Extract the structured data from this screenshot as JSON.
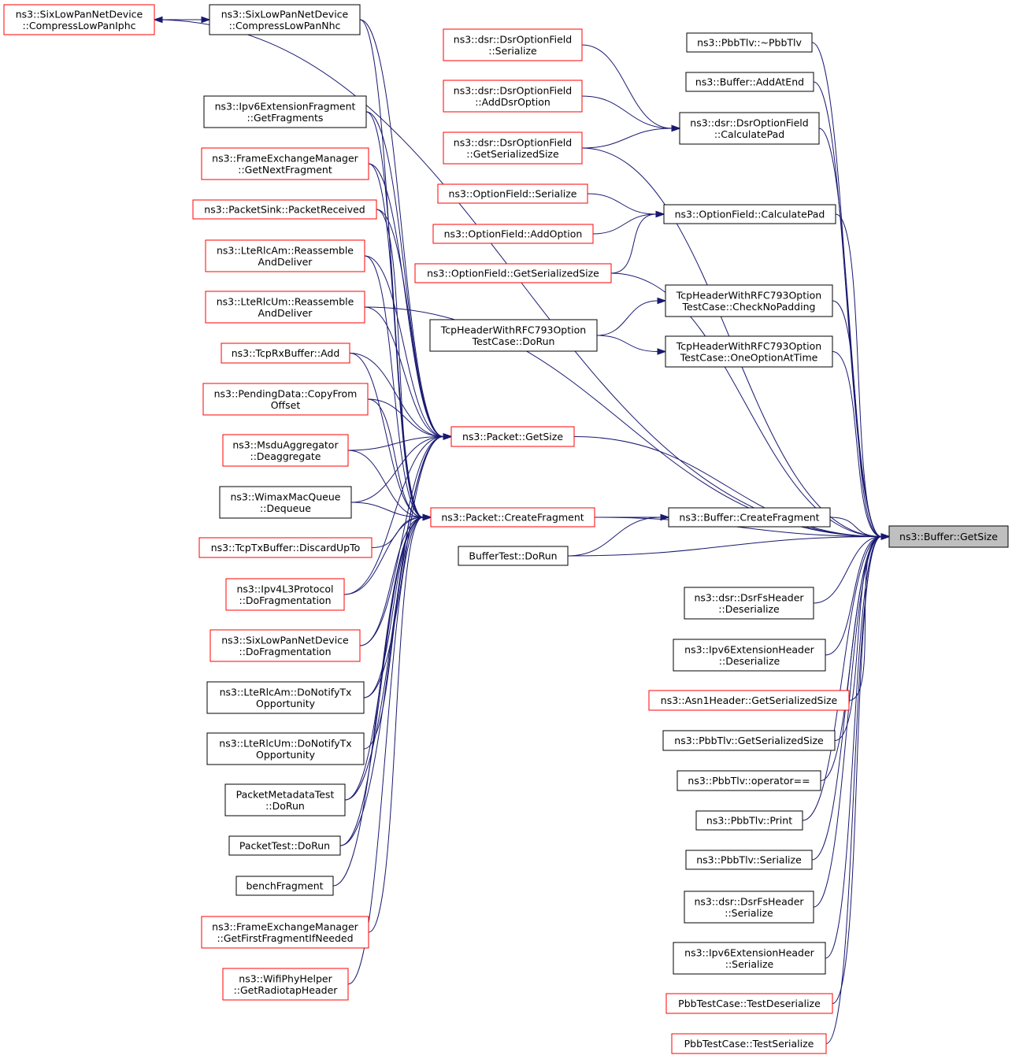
{
  "colors": {
    "edge": "#191970",
    "normal_border": "#000000",
    "truncated_border": "#ff0000",
    "focus_fill": "#bfbfbf"
  },
  "nodes": [
    {
      "id": "target",
      "lines": [
        "ns3::Buffer::GetSize"
      ],
      "style": "focus"
    },
    {
      "id": "pbbtlv_dtor",
      "lines": [
        "ns3::PbbTlv::~PbbTlv"
      ],
      "style": "normal"
    },
    {
      "id": "buffer_addatend",
      "lines": [
        "ns3::Buffer::AddAtEnd"
      ],
      "style": "normal"
    },
    {
      "id": "dsr_calcpad",
      "lines": [
        "ns3::dsr::DsrOptionField",
        "::CalculatePad"
      ],
      "style": "normal"
    },
    {
      "id": "of_calcpad",
      "lines": [
        "ns3::OptionField::CalculatePad"
      ],
      "style": "normal"
    },
    {
      "id": "tcp_checknopad",
      "lines": [
        "TcpHeaderWithRFC793Option",
        "TestCase::CheckNoPadding"
      ],
      "style": "normal"
    },
    {
      "id": "tcp_oneopt",
      "lines": [
        "TcpHeaderWithRFC793Option",
        "TestCase::OneOptionAtTime"
      ],
      "style": "normal"
    },
    {
      "id": "buffer_createfrag",
      "lines": [
        "ns3::Buffer::CreateFragment"
      ],
      "style": "normal"
    },
    {
      "id": "dsrfs_deser",
      "lines": [
        "ns3::dsr::DsrFsHeader",
        "::Deserialize"
      ],
      "style": "normal"
    },
    {
      "id": "ipv6ext_deser",
      "lines": [
        "ns3::Ipv6ExtensionHeader",
        "::Deserialize"
      ],
      "style": "normal"
    },
    {
      "id": "asn1_getsersize",
      "lines": [
        "ns3::Asn1Header::GetSerializedSize"
      ],
      "style": "truncated"
    },
    {
      "id": "pbbtlv_getsersize",
      "lines": [
        "ns3::PbbTlv::GetSerializedSize"
      ],
      "style": "normal"
    },
    {
      "id": "pbbtlv_opeq",
      "lines": [
        "ns3::PbbTlv::operator=="
      ],
      "style": "normal"
    },
    {
      "id": "pbbtlv_print",
      "lines": [
        "ns3::PbbTlv::Print"
      ],
      "style": "normal"
    },
    {
      "id": "pbbtlv_ser",
      "lines": [
        "ns3::PbbTlv::Serialize"
      ],
      "style": "normal"
    },
    {
      "id": "dsrfs_ser",
      "lines": [
        "ns3::dsr::DsrFsHeader",
        "::Serialize"
      ],
      "style": "normal"
    },
    {
      "id": "ipv6ext_ser",
      "lines": [
        "ns3::Ipv6ExtensionHeader",
        "::Serialize"
      ],
      "style": "normal"
    },
    {
      "id": "pbbtest_deser",
      "lines": [
        "PbbTestCase::TestDeserialize"
      ],
      "style": "truncated"
    },
    {
      "id": "pbbtest_ser",
      "lines": [
        "PbbTestCase::TestSerialize"
      ],
      "style": "truncated"
    },
    {
      "id": "dsr_serialize",
      "lines": [
        "ns3::dsr::DsrOptionField",
        "::Serialize"
      ],
      "style": "truncated"
    },
    {
      "id": "dsr_adddsr",
      "lines": [
        "ns3::dsr::DsrOptionField",
        "::AddDsrOption"
      ],
      "style": "truncated"
    },
    {
      "id": "dsr_getsersize",
      "lines": [
        "ns3::dsr::DsrOptionField",
        "::GetSerializedSize"
      ],
      "style": "truncated"
    },
    {
      "id": "of_serialize",
      "lines": [
        "ns3::OptionField::Serialize"
      ],
      "style": "truncated"
    },
    {
      "id": "of_addoption",
      "lines": [
        "ns3::OptionField::AddOption"
      ],
      "style": "truncated"
    },
    {
      "id": "of_getsersize",
      "lines": [
        "ns3::OptionField::GetSerializedSize"
      ],
      "style": "truncated"
    },
    {
      "id": "tcp_dorun",
      "lines": [
        "TcpHeaderWithRFC793Option",
        "TestCase::DoRun"
      ],
      "style": "normal"
    },
    {
      "id": "packet_getsize",
      "lines": [
        "ns3::Packet::GetSize"
      ],
      "style": "truncated"
    },
    {
      "id": "packet_createfrag",
      "lines": [
        "ns3::Packet::CreateFragment"
      ],
      "style": "truncated"
    },
    {
      "id": "buffertest_dorun",
      "lines": [
        "BufferTest::DoRun"
      ],
      "style": "normal"
    },
    {
      "id": "sixlow_nhc",
      "lines": [
        "ns3::SixLowPanNetDevice",
        "::CompressLowPanNhc"
      ],
      "style": "normal"
    },
    {
      "id": "sixlow_iphc",
      "lines": [
        "ns3::SixLowPanNetDevice",
        "::CompressLowPanIphc"
      ],
      "style": "truncated"
    },
    {
      "id": "ipv6frag_getfrags",
      "lines": [
        "ns3::Ipv6ExtensionFragment",
        "::GetFragments"
      ],
      "style": "normal"
    },
    {
      "id": "fem_getnextfrag",
      "lines": [
        "ns3::FrameExchangeManager",
        "::GetNextFragment"
      ],
      "style": "truncated"
    },
    {
      "id": "packetsink_recv",
      "lines": [
        "ns3::PacketSink::PacketReceived"
      ],
      "style": "truncated"
    },
    {
      "id": "lterlcam_reasm",
      "lines": [
        "ns3::LteRlcAm::Reassemble",
        "AndDeliver"
      ],
      "style": "truncated"
    },
    {
      "id": "lterlcum_reasm",
      "lines": [
        "ns3::LteRlcUm::Reassemble",
        "AndDeliver"
      ],
      "style": "truncated"
    },
    {
      "id": "tcprx_add",
      "lines": [
        "ns3::TcpRxBuffer::Add"
      ],
      "style": "truncated"
    },
    {
      "id": "pending_copy",
      "lines": [
        "ns3::PendingData::CopyFrom",
        "Offset"
      ],
      "style": "truncated"
    },
    {
      "id": "msdu_deagg",
      "lines": [
        "ns3::MsduAggregator",
        "::Deaggregate"
      ],
      "style": "truncated"
    },
    {
      "id": "wimax_dequeue",
      "lines": [
        "ns3::WimaxMacQueue",
        "::Dequeue"
      ],
      "style": "normal"
    },
    {
      "id": "tcptx_discard",
      "lines": [
        "ns3::TcpTxBuffer::DiscardUpTo"
      ],
      "style": "truncated"
    },
    {
      "id": "ipv4l3_dofrag",
      "lines": [
        "ns3::Ipv4L3Protocol",
        "::DoFragmentation"
      ],
      "style": "truncated"
    },
    {
      "id": "sixlow_dofrag",
      "lines": [
        "ns3::SixLowPanNetDevice",
        "::DoFragmentation"
      ],
      "style": "truncated"
    },
    {
      "id": "lterlcam_notify",
      "lines": [
        "ns3::LteRlcAm::DoNotifyTx",
        "Opportunity"
      ],
      "style": "normal"
    },
    {
      "id": "lterlcum_notify",
      "lines": [
        "ns3::LteRlcUm::DoNotifyTx",
        "Opportunity"
      ],
      "style": "normal"
    },
    {
      "id": "pmdtest_dorun",
      "lines": [
        "PacketMetadataTest",
        "::DoRun"
      ],
      "style": "normal"
    },
    {
      "id": "packettest_dorun",
      "lines": [
        "PacketTest::DoRun"
      ],
      "style": "normal"
    },
    {
      "id": "benchfrag",
      "lines": [
        "benchFragment"
      ],
      "style": "normal"
    },
    {
      "id": "fem_getfirstfrag",
      "lines": [
        "ns3::FrameExchangeManager",
        "::GetFirstFragmentIfNeeded"
      ],
      "style": "truncated"
    },
    {
      "id": "wifiphy_radiotap",
      "lines": [
        "ns3::WifiPhyHelper",
        "::GetRadiotapHeader"
      ],
      "style": "truncated"
    }
  ],
  "edges": [
    [
      "pbbtlv_dtor",
      "target"
    ],
    [
      "buffer_addatend",
      "target"
    ],
    [
      "dsr_calcpad",
      "target"
    ],
    [
      "dsr_getsersize",
      "target"
    ],
    [
      "of_calcpad",
      "target"
    ],
    [
      "of_getsersize",
      "target"
    ],
    [
      "tcp_checknopad",
      "target"
    ],
    [
      "tcp_oneopt",
      "target"
    ],
    [
      "lterlcum_reasm",
      "target"
    ],
    [
      "packet_getsize",
      "target"
    ],
    [
      "packet_createfrag",
      "target"
    ],
    [
      "buffer_createfrag",
      "target"
    ],
    [
      "buffertest_dorun",
      "target"
    ],
    [
      "dsrfs_deser",
      "target"
    ],
    [
      "ipv6ext_deser",
      "target"
    ],
    [
      "asn1_getsersize",
      "target"
    ],
    [
      "pbbtlv_getsersize",
      "target"
    ],
    [
      "pbbtlv_opeq",
      "target"
    ],
    [
      "pbbtlv_print",
      "target"
    ],
    [
      "pbbtlv_ser",
      "target"
    ],
    [
      "dsrfs_ser",
      "target"
    ],
    [
      "ipv6ext_ser",
      "target"
    ],
    [
      "pbbtest_deser",
      "target"
    ],
    [
      "pbbtest_ser",
      "target"
    ],
    [
      "dsr_serialize",
      "dsr_calcpad"
    ],
    [
      "dsr_adddsr",
      "dsr_calcpad"
    ],
    [
      "dsr_getsersize",
      "dsr_calcpad"
    ],
    [
      "of_serialize",
      "of_calcpad"
    ],
    [
      "of_addoption",
      "of_calcpad"
    ],
    [
      "of_getsersize",
      "of_calcpad"
    ],
    [
      "tcp_dorun",
      "tcp_checknopad"
    ],
    [
      "tcp_dorun",
      "tcp_oneopt"
    ],
    [
      "packet_createfrag",
      "buffer_createfrag"
    ],
    [
      "buffertest_dorun",
      "buffer_createfrag"
    ],
    [
      "sixlow_iphc",
      "sixlow_nhc"
    ],
    [
      "sixlow_nhc",
      "sixlow_iphc"
    ],
    [
      "sixlow_nhc",
      "packet_getsize"
    ],
    [
      "ipv6frag_getfrags",
      "packet_getsize"
    ],
    [
      "fem_getnextfrag",
      "packet_getsize"
    ],
    [
      "packetsink_recv",
      "packet_getsize"
    ],
    [
      "lterlcam_reasm",
      "packet_getsize"
    ],
    [
      "lterlcum_reasm",
      "packet_getsize"
    ],
    [
      "tcprx_add",
      "packet_getsize"
    ],
    [
      "pending_copy",
      "packet_getsize"
    ],
    [
      "msdu_deagg",
      "packet_getsize"
    ],
    [
      "wimax_dequeue",
      "packet_getsize"
    ],
    [
      "ipv4l3_dofrag",
      "packet_getsize"
    ],
    [
      "sixlow_dofrag",
      "packet_getsize"
    ],
    [
      "lterlcam_notify",
      "packet_getsize"
    ],
    [
      "pmdtest_dorun",
      "packet_getsize"
    ],
    [
      "packettest_dorun",
      "packet_getsize"
    ],
    [
      "sixlow_nhc",
      "packet_createfrag"
    ],
    [
      "ipv6frag_getfrags",
      "packet_createfrag"
    ],
    [
      "fem_getnextfrag",
      "packet_createfrag"
    ],
    [
      "lterlcam_reasm",
      "packet_createfrag"
    ],
    [
      "tcprx_add",
      "packet_createfrag"
    ],
    [
      "msdu_deagg",
      "packet_createfrag"
    ],
    [
      "pending_copy",
      "packet_createfrag"
    ],
    [
      "wimax_dequeue",
      "packet_createfrag"
    ],
    [
      "tcptx_discard",
      "packet_createfrag"
    ],
    [
      "ipv4l3_dofrag",
      "packet_createfrag"
    ],
    [
      "sixlow_dofrag",
      "packet_createfrag"
    ],
    [
      "lterlcam_notify",
      "packet_createfrag"
    ],
    [
      "lterlcum_notify",
      "packet_createfrag"
    ],
    [
      "pmdtest_dorun",
      "packet_createfrag"
    ],
    [
      "packettest_dorun",
      "packet_createfrag"
    ],
    [
      "benchfrag",
      "packet_createfrag"
    ],
    [
      "fem_getfirstfrag",
      "packet_createfrag"
    ],
    [
      "wifiphy_radiotap",
      "packet_createfrag"
    ],
    [
      "packetsink_recv",
      "packet_createfrag"
    ],
    [
      "sixlow_iphc",
      "target"
    ]
  ]
}
